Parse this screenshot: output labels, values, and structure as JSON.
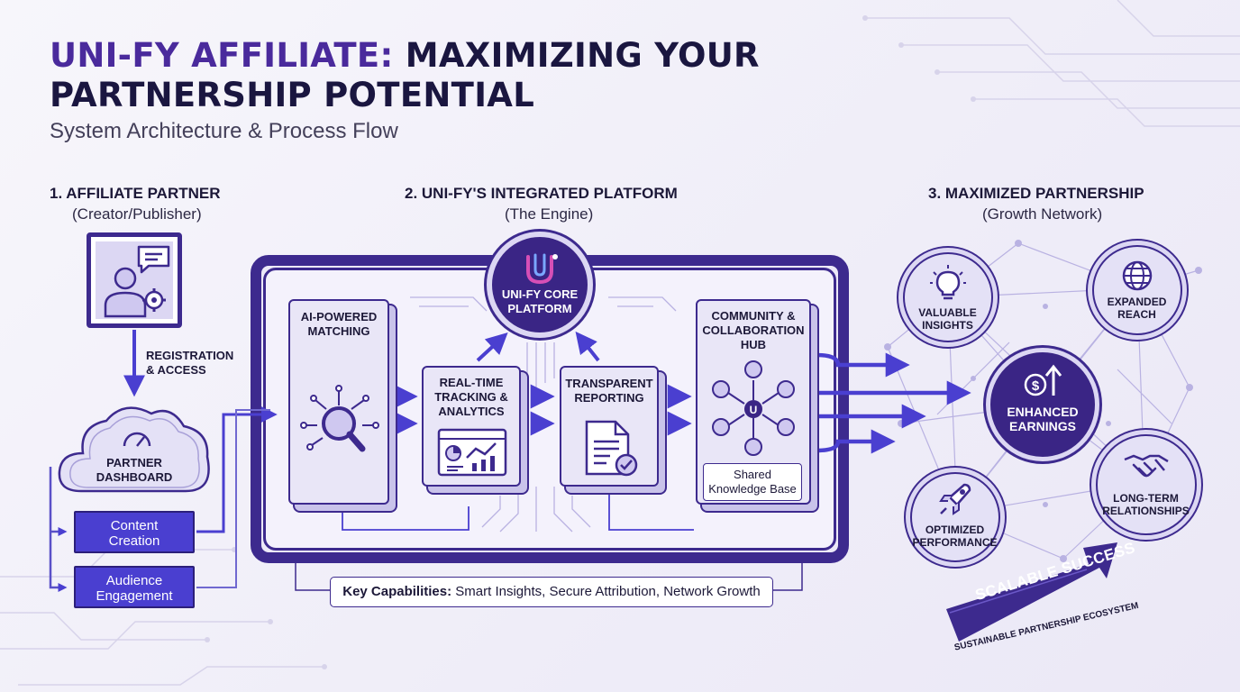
{
  "title": {
    "accent": "UNI-FY AFFILIATE:",
    "rest": " MAXIMIZING YOUR PARTNERSHIP POTENTIAL"
  },
  "subtitle": "System Architecture & Process Flow",
  "sections": [
    {
      "title": "1. AFFILIATE PARTNER",
      "sub": "(Creator/Publisher)"
    },
    {
      "title": "2. UNI-FY'S INTEGRATED PLATFORM",
      "sub": "(The Engine)"
    },
    {
      "title": "3. MAXIMIZED PARTNERSHIP",
      "sub": "(Growth Network)"
    }
  ],
  "partner": {
    "registration": "REGISTRATION\n& ACCESS",
    "dashboard": "PARTNER\nDASHBOARD",
    "content_creation": "Content\nCreation",
    "audience_engagement": "Audience\nEngagement"
  },
  "platform": {
    "core": "UNI-FY CORE\nPLATFORM",
    "ai_matching": "AI-POWERED\nMATCHING",
    "tracking": "REAL-TIME\nTRACKING &\nANALYTICS",
    "reporting": "TRANSPARENT\nREPORTING",
    "community": "COMMUNITY &\nCOLLABORATION\nHUB",
    "knowledge_base": "Shared\nKnowledge Base",
    "key_capabilities_label": "Key Capabilities:",
    "key_capabilities": " Smart Insights, Secure Attribution, Network Growth"
  },
  "growth": {
    "insights": "VALUABLE\nINSIGHTS",
    "reach": "EXPANDED\nREACH",
    "earnings": "ENHANCED\nEARNINGS",
    "performance": "OPTIMIZED\nPERFORMANCE",
    "relationships": "LONG-TERM\nRELATIONSHIPS",
    "banner": "SCALABLE SUCCESS",
    "banner_sub": "SUSTAINABLE PARTNERSHIP ECOSYSTEM"
  },
  "colors": {
    "primary": "#3d2a8e",
    "accent_blue": "#4a3fd0",
    "background": "#f2f0fa"
  },
  "icons": [
    "user-gear-icon",
    "chat-bubble-icon",
    "cloud-gauge-icon",
    "magnifier-network-icon",
    "analytics-dashboard-icon",
    "document-check-icon",
    "people-network-icon",
    "lightbulb-icon",
    "globe-icon",
    "dollar-growth-icon",
    "rocket-icon",
    "handshake-icon"
  ]
}
